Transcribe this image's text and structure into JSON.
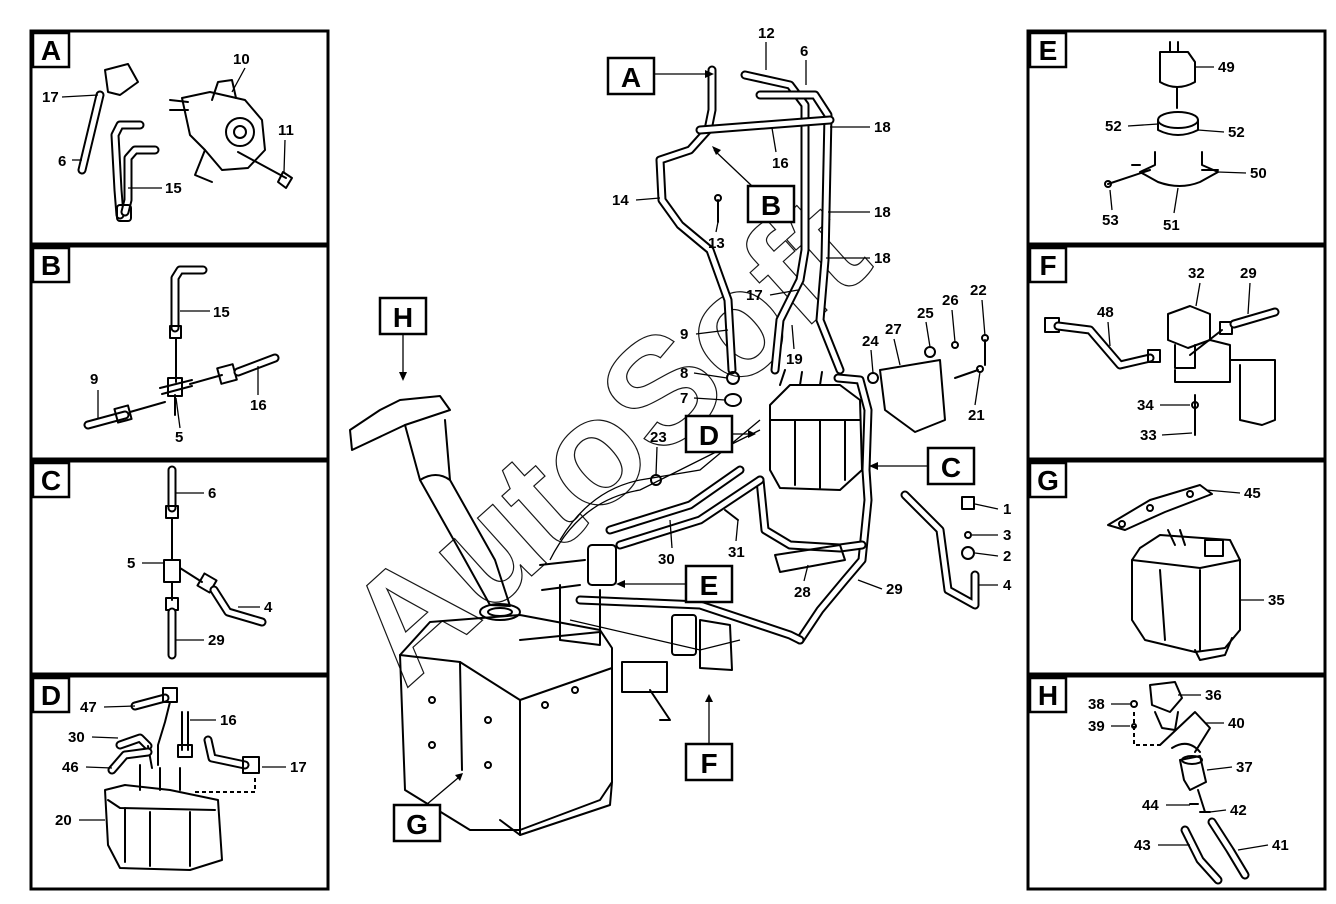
{
  "watermark": "AutoSoft",
  "panels": {
    "A": {
      "letter": "A",
      "labels": [
        "10",
        "17",
        "11",
        "6",
        "15"
      ]
    },
    "B": {
      "letter": "B",
      "labels": [
        "15",
        "9",
        "16",
        "5"
      ]
    },
    "C": {
      "letter": "C",
      "labels": [
        "6",
        "5",
        "4",
        "29"
      ]
    },
    "D": {
      "letter": "D",
      "labels": [
        "47",
        "30",
        "16",
        "46",
        "17",
        "20"
      ]
    },
    "E": {
      "letter": "E",
      "labels": [
        "49",
        "52",
        "52",
        "50",
        "53",
        "51"
      ]
    },
    "F": {
      "letter": "F",
      "labels": [
        "32",
        "29",
        "48",
        "34",
        "33"
      ]
    },
    "G": {
      "letter": "G",
      "labels": [
        "45",
        "35"
      ]
    },
    "H": {
      "letter": "H",
      "labels": [
        "36",
        "38",
        "39",
        "40",
        "37",
        "44",
        "42",
        "43",
        "41"
      ]
    }
  },
  "main": {
    "callouts": [
      "A",
      "B",
      "C",
      "D",
      "E",
      "F",
      "G",
      "H"
    ],
    "labels": [
      "12",
      "6",
      "18",
      "16",
      "14",
      "13",
      "18",
      "18",
      "17",
      "22",
      "26",
      "25",
      "27",
      "24",
      "9",
      "19",
      "8",
      "7",
      "21",
      "23",
      "1",
      "3",
      "2",
      "4",
      "30",
      "31",
      "28",
      "29"
    ]
  }
}
